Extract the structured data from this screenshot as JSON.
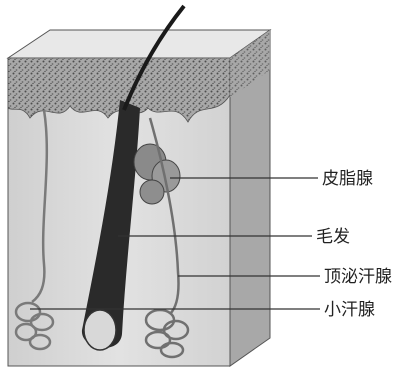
{
  "labels": {
    "sebaceous_gland": "皮脂腺",
    "hair": "毛发",
    "apocrine_gland": "顶泌汗腺",
    "sweat_gland": "小汗腺"
  },
  "colors": {
    "tissue_light": "#d6d6d6",
    "tissue_dark": "#9a9a9a",
    "epidermis_speckle": "#5a5a5a",
    "hair_shaft": "#1a1a1a",
    "gland_line": "#707070",
    "leader_line": "#333333"
  }
}
